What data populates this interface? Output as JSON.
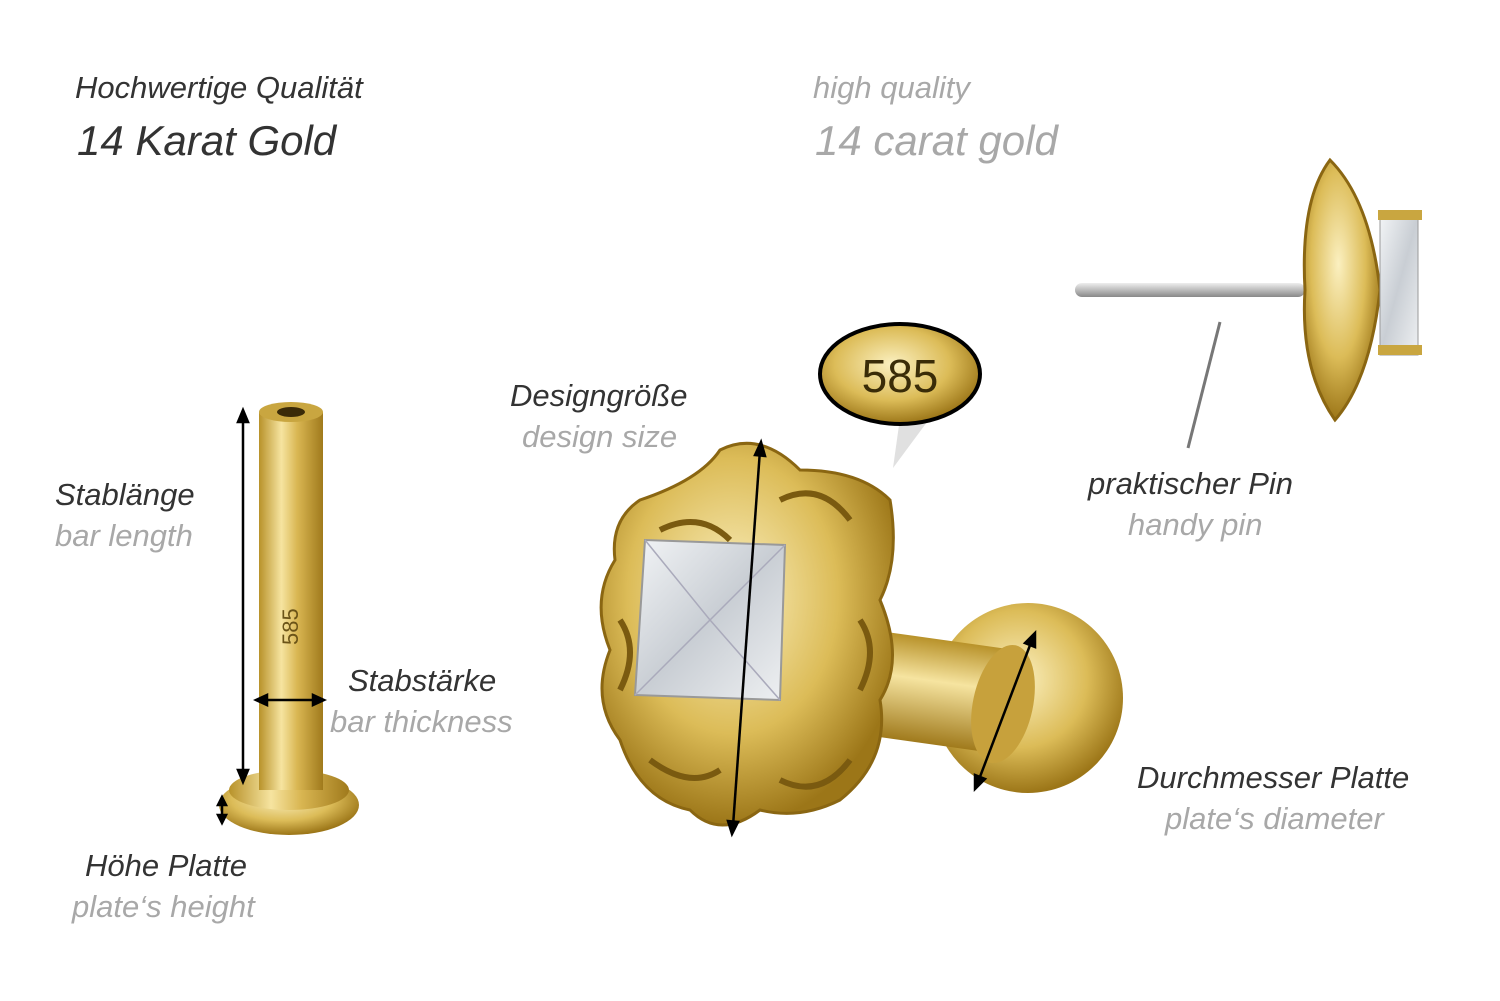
{
  "header": {
    "de_line1": "Hochwertige Qualität",
    "de_line2": "14 Karat Gold",
    "en_line1": "high quality",
    "en_line2": "14 carat gold"
  },
  "labels": {
    "bar_length": {
      "de": "Stablänge",
      "en": "bar length"
    },
    "bar_thickness": {
      "de": "Stabstärke",
      "en": "bar thickness"
    },
    "plate_height": {
      "de": "Höhe Platte",
      "en": "plate‘s height"
    },
    "design_size": {
      "de": "Designgröße",
      "en": "design size"
    },
    "pin": {
      "de": "praktischer Pin",
      "en": "handy pin"
    },
    "plate_diameter": {
      "de": "Durchmesser Platte",
      "en": "plate‘s diameter"
    }
  },
  "hallmark": "585",
  "bar_engraving": "585",
  "colors": {
    "gold": "#d8b84a",
    "text_dark": "#333333",
    "text_grey": "#a8a8a8"
  }
}
